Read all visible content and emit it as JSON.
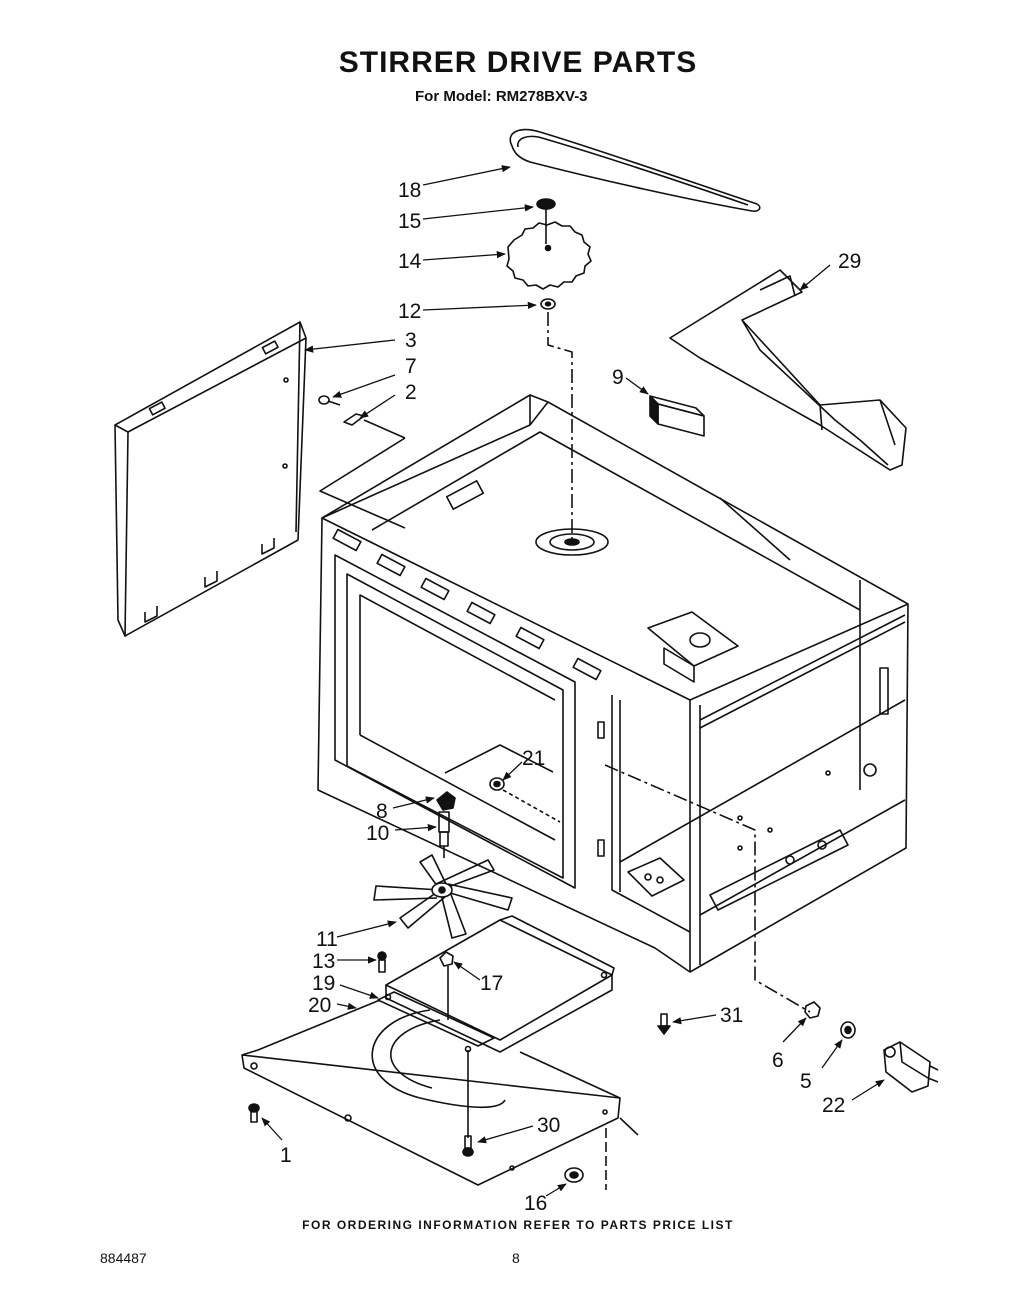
{
  "header": {
    "title": "STIRRER DRIVE PARTS",
    "model": "For Model: RM278BXV-3"
  },
  "callouts": {
    "p1": "1",
    "p2": "2",
    "p3": "3",
    "p5": "5",
    "p6": "6",
    "p7": "7",
    "p8": "8",
    "p9": "9",
    "p10": "10",
    "p11": "11",
    "p12": "12",
    "p13": "13",
    "p14": "14",
    "p15": "15",
    "p16": "16",
    "p17": "17",
    "p18": "18",
    "p19": "19",
    "p20": "20",
    "p21": "21",
    "p22": "22",
    "p29": "29",
    "p30": "30",
    "p31": "31"
  },
  "footer": {
    "ordering_note": "FOR ORDERING INFORMATION REFER TO PARTS PRICE LIST",
    "doc_number": "884487",
    "page_number": "8"
  }
}
